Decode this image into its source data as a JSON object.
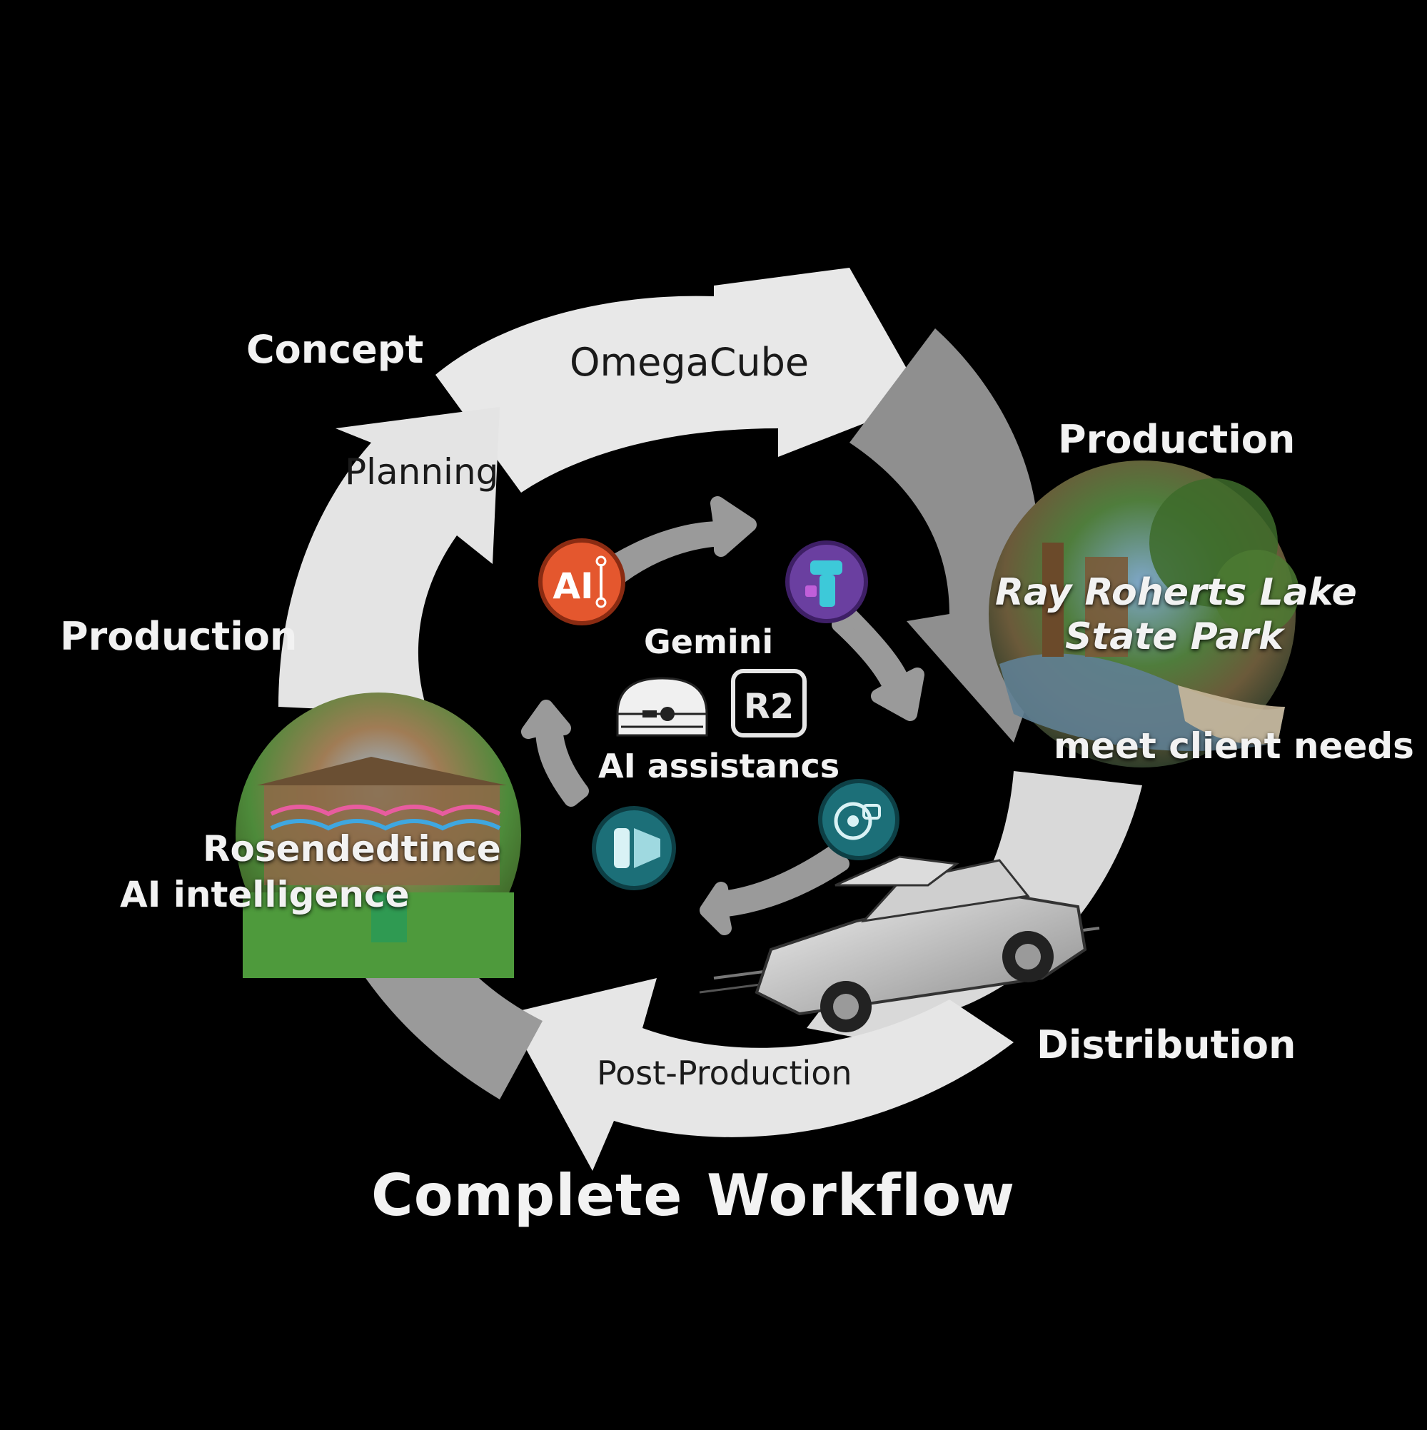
{
  "diagram": {
    "background_color": "#000000",
    "arrow_color_light": "#e6e6e6",
    "arrow_color_dark": "#8c8c8c",
    "labels": {
      "concept": "Concept",
      "omegacube": "OmegaCube",
      "planning": "Planning",
      "production_top": "Production",
      "production_left": "Production",
      "park_name_line1": "Ray Roherts Lake",
      "park_name_line2": "State Park",
      "client_needs": "meet client needs",
      "gemini": "Gemini",
      "ai_assistance": "AI assistancs",
      "rosen_line1": "Rosendedtince",
      "rosen_line2": "AI intelligence",
      "post_production": "Post-Production",
      "distribution": "Distribution",
      "footer_left": "Complete",
      "footer_right": "Workflow"
    },
    "icons": {
      "ai_badge_text": "AI",
      "r2_badge_text": "R2",
      "ai_badge_color": "#e4572e",
      "purple_badge_color": "#6a3fa0",
      "teal_badge_color": "#1c6f78"
    }
  }
}
